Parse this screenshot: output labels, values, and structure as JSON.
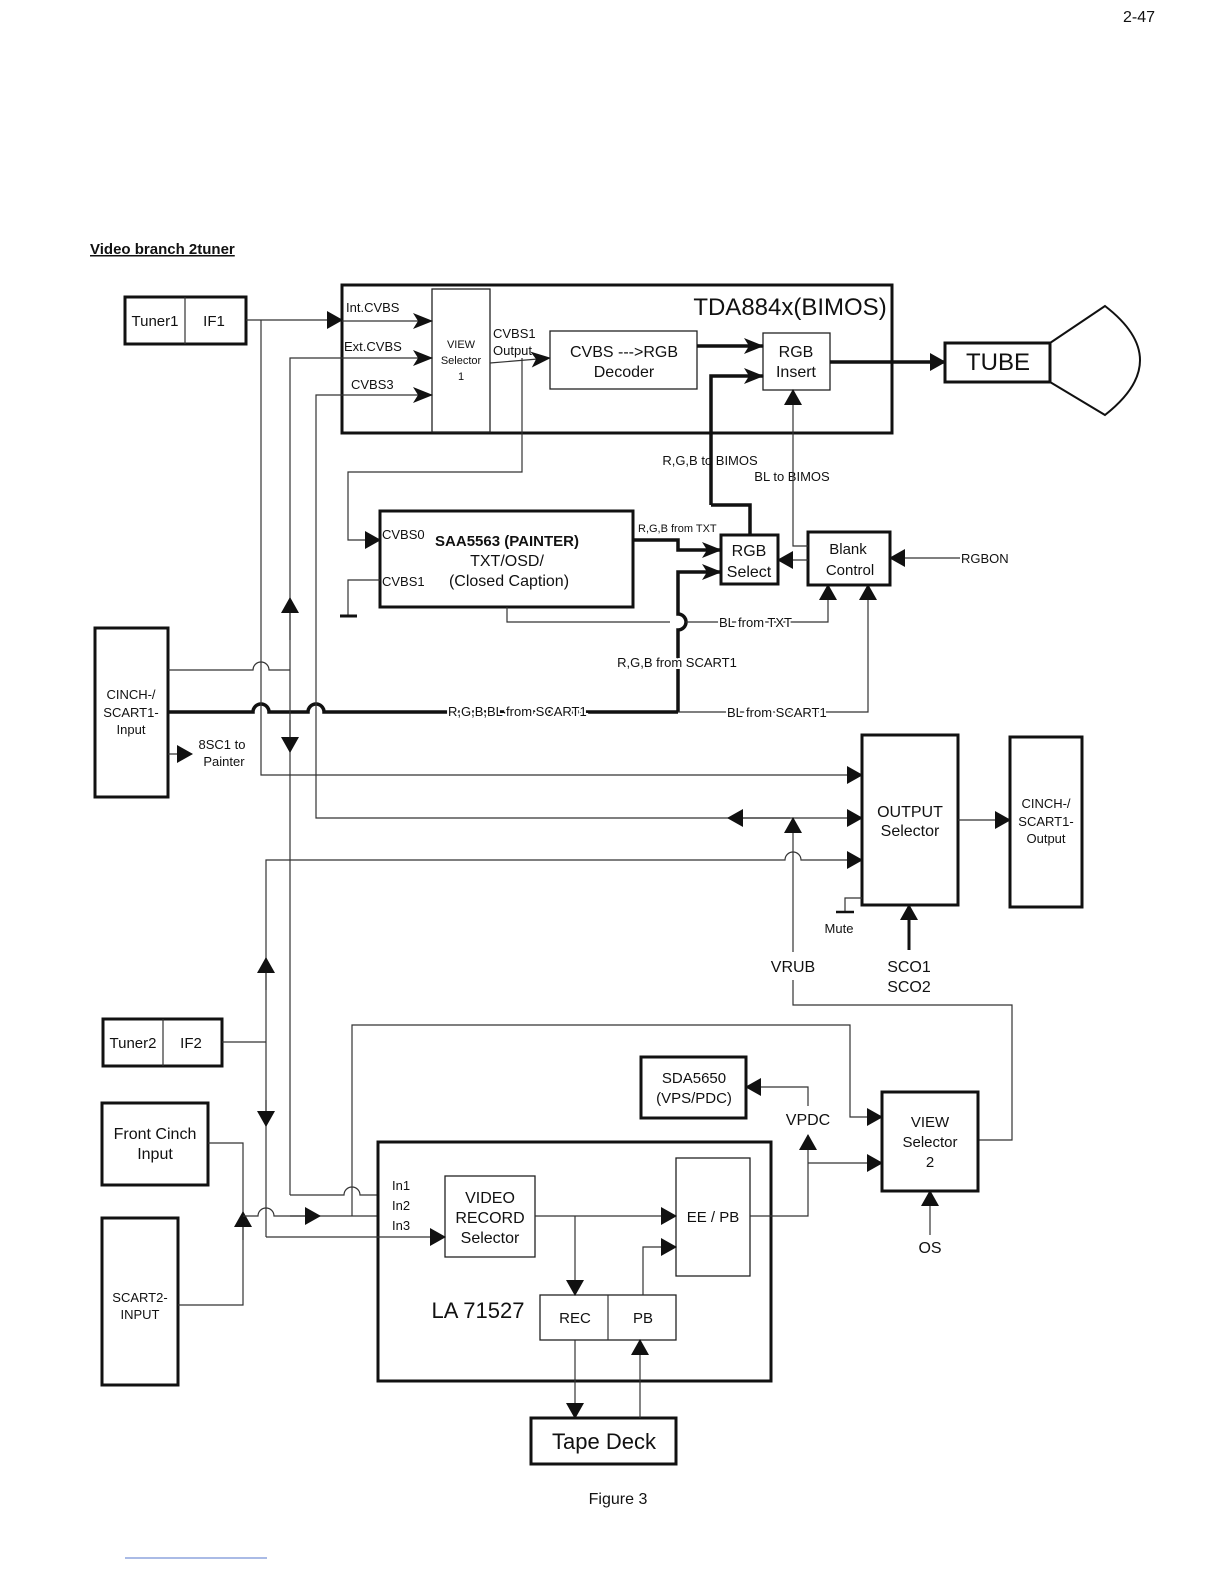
{
  "page_number": "2-47",
  "section_title": "Video branch 2tuner",
  "figure_caption": "Figure 3",
  "blocks": {
    "tuner1": "Tuner1",
    "if1": "IF1",
    "tda": "TDA884x(BIMOS)",
    "int_cvbs": "Int.CVBS",
    "ext_cvbs": "Ext.CVBS",
    "cvbs3": "CVBS3",
    "view_sel1": [
      "VIEW",
      "Selector",
      "1"
    ],
    "cvbs1_output": [
      "CVBS1",
      "Output"
    ],
    "decoder": [
      "CVBS --->RGB",
      "Decoder"
    ],
    "rgb_insert": [
      "RGB",
      "Insert"
    ],
    "tube": "TUBE",
    "saa": "SAA5563 (PAINTER)",
    "saa_l2": "TXT/OSD/",
    "saa_l3": "(Closed Caption)",
    "cvbs0": "CVBS0",
    "cvbs1": "CVBS1",
    "rgb_select": [
      "RGB",
      "Select"
    ],
    "blank_control": [
      "Blank",
      "Control"
    ],
    "cinch_scart1_input": [
      "CINCH-/",
      "SCART1-",
      "Input"
    ],
    "sc1_to_painter": [
      "8SC1 to",
      "Painter"
    ],
    "output_selector": [
      "OUTPUT",
      "Selector"
    ],
    "cinch_scart1_output": [
      "CINCH-/",
      "SCART1-",
      "Output"
    ],
    "tuner2": "Tuner2",
    "if2": "IF2",
    "front_cinch": [
      "Front Cinch",
      "Input"
    ],
    "scart2_input": [
      "SCART2-",
      "INPUT"
    ],
    "sda": [
      "SDA5650",
      "(VPS/PDC)"
    ],
    "view_sel2": [
      "VIEW",
      "Selector",
      "2"
    ],
    "la": "LA 71527",
    "video_record": [
      "VIDEO",
      "RECORD",
      "Selector"
    ],
    "in1": "In1",
    "in2": "In2",
    "in3": "In3",
    "ee_pb": "EE / PB",
    "rec": "REC",
    "pb": "PB",
    "tape_deck": "Tape Deck"
  },
  "signals": {
    "rgb_to_bimos": "R,G,B to BIMOS",
    "bl_to_bimos": "BL to BIMOS",
    "rgb_from_txt": "R,G,B from TXT",
    "rgbon": "RGBON",
    "bl_from_txt": "BL from TXT",
    "rgb_from_scart1": "R,G,B from SCART1",
    "rgbbl_from_scart1": "R,G,B,BL from SCART1",
    "bl_from_scart1": "BL from SCART1",
    "mute": "Mute",
    "vrub": "VRUB",
    "sco1": "SCO1",
    "sco2": "SCO2",
    "vpdc": "VPDC",
    "os": "OS"
  }
}
